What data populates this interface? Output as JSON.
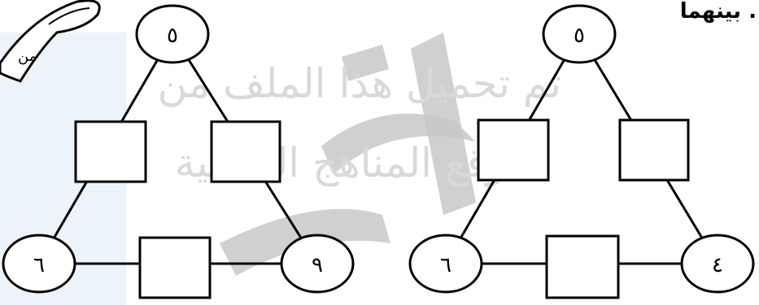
{
  "header_fragment": "بينهما .",
  "watermark": {
    "line1": "تم تحميل هذا الملف من",
    "line2": "موقع المناهج العُمانية"
  },
  "corner_badge": "من",
  "colors": {
    "stroke": "#000000",
    "watermark_text": "#d9d9d9",
    "watermark_stroke": "#c8c8c8",
    "watermark_band": "#edf3fb"
  },
  "puzzles": [
    {
      "top_value": "٥",
      "bottom_left_value": "٦",
      "bottom_right_value": "٩",
      "empty_boxes": [
        "left",
        "right",
        "bottom"
      ]
    },
    {
      "top_value": "٥",
      "bottom_left_value": "٦",
      "bottom_right_value": "٤",
      "empty_boxes": [
        "left",
        "right",
        "bottom"
      ]
    }
  ]
}
